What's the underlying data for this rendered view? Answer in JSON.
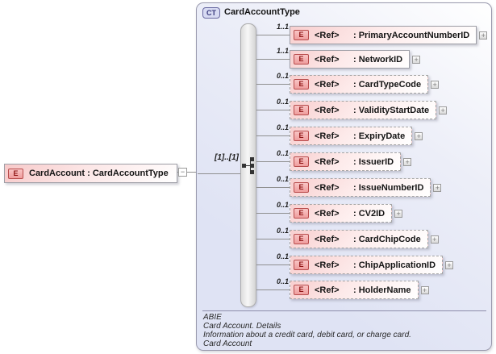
{
  "root_element": {
    "badge": "E",
    "label": "CardAccount : CardAccountType"
  },
  "icons": {
    "collapse_label": "−",
    "expand_label": "+"
  },
  "complex_type": {
    "badge": "CT",
    "title": "CardAccountType",
    "compositor": "sequence",
    "group_cardinality": "[1]..[1]",
    "annotation_lines": [
      "ABIE",
      "Card Account. Details",
      "Information about a credit card, debit card, or charge card.",
      "Card Account"
    ]
  },
  "rows": [
    {
      "badge": "E",
      "ref": "<Ref>",
      "name": ": PrimaryAccountNumberID",
      "cardinality": "1..1",
      "required": true
    },
    {
      "badge": "E",
      "ref": "<Ref>",
      "name": ": NetworkID",
      "cardinality": "1..1",
      "required": true
    },
    {
      "badge": "E",
      "ref": "<Ref>",
      "name": ": CardTypeCode",
      "cardinality": "0..1",
      "required": false
    },
    {
      "badge": "E",
      "ref": "<Ref>",
      "name": ": ValidityStartDate",
      "cardinality": "0..1",
      "required": false
    },
    {
      "badge": "E",
      "ref": "<Ref>",
      "name": ": ExpiryDate",
      "cardinality": "0..1",
      "required": false
    },
    {
      "badge": "E",
      "ref": "<Ref>",
      "name": ": IssuerID",
      "cardinality": "0..1",
      "required": false
    },
    {
      "badge": "E",
      "ref": "<Ref>",
      "name": ": IssueNumberID",
      "cardinality": "0..1",
      "required": false
    },
    {
      "badge": "E",
      "ref": "<Ref>",
      "name": ": CV2ID",
      "cardinality": "0..1",
      "required": false
    },
    {
      "badge": "E",
      "ref": "<Ref>",
      "name": ": CardChipCode",
      "cardinality": "0..1",
      "required": false
    },
    {
      "badge": "E",
      "ref": "<Ref>",
      "name": ": ChipApplicationID",
      "cardinality": "0..1",
      "required": false
    },
    {
      "badge": "E",
      "ref": "<Ref>",
      "name": ": HolderName",
      "cardinality": "0..1",
      "required": false
    }
  ],
  "colors": {
    "element_fill": "#f8cfcf",
    "element_border": "#9e9ea6",
    "badge_border": "#b84c4c",
    "badge_text": "#8f1616",
    "container_fill": "#dfe3f4",
    "container_border": "#9a9aae",
    "ct_badge_text": "#39397c",
    "wire": "#8f8f8f"
  }
}
